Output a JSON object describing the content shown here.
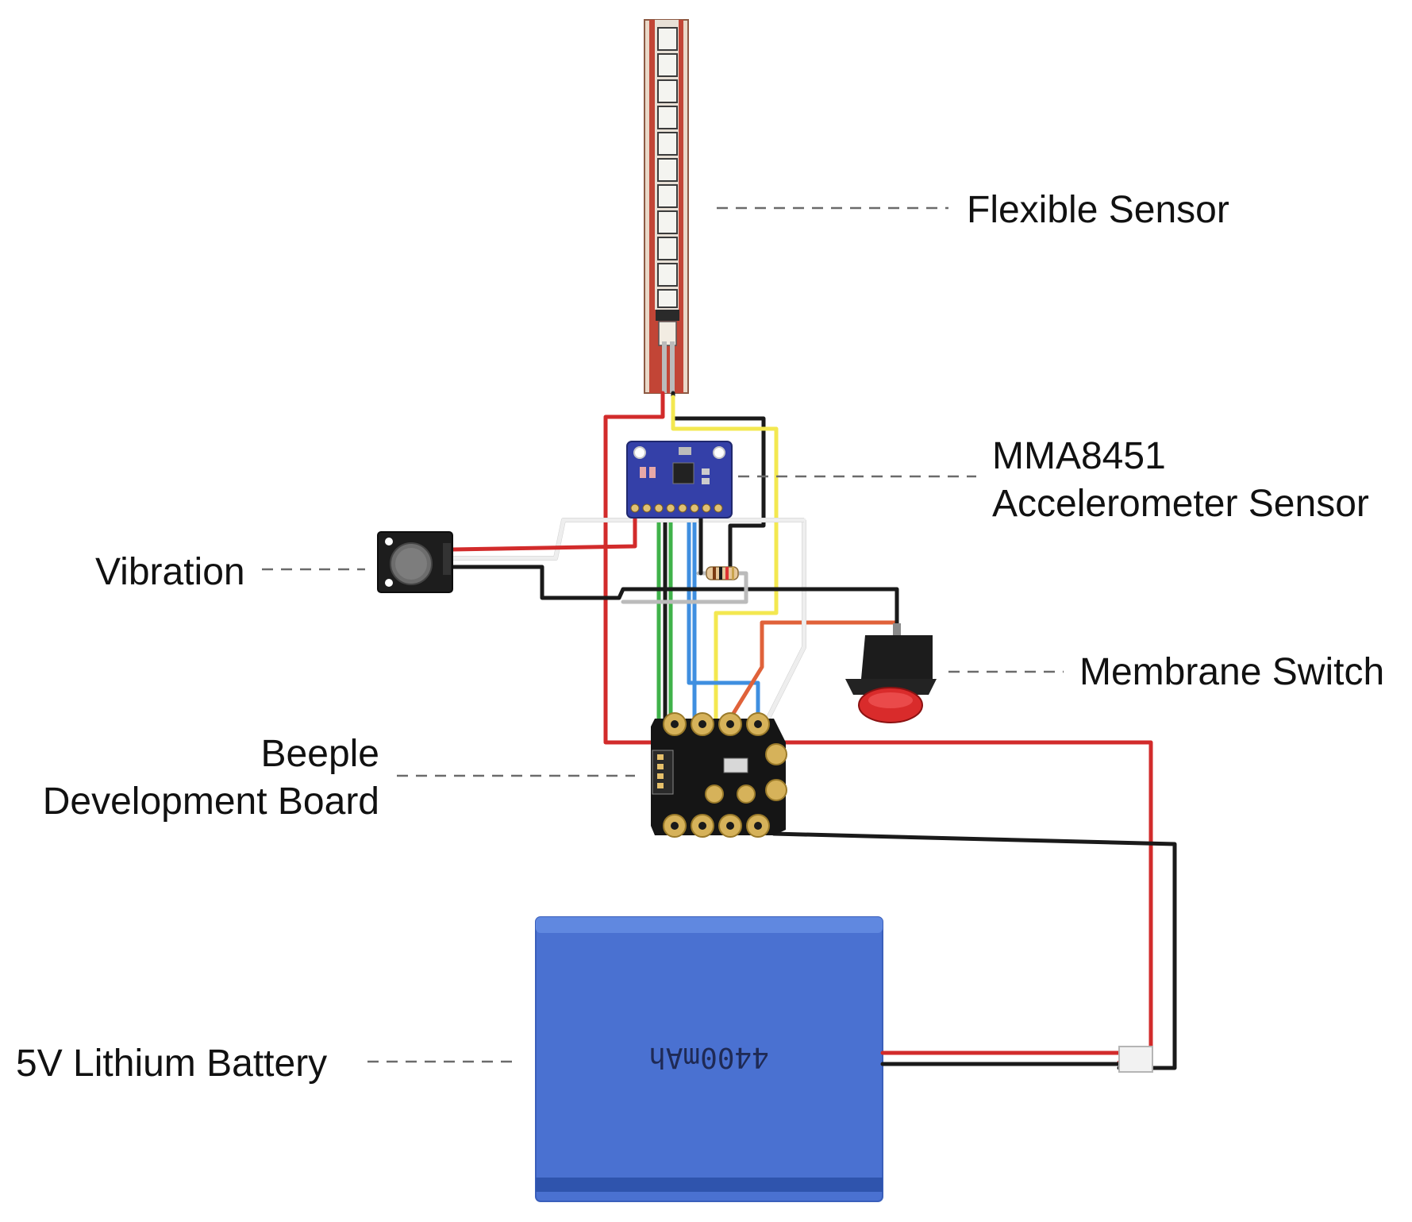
{
  "labels": {
    "flex": "Flexible Sensor",
    "accel_line1": "MMA8451",
    "accel_line2": "Accelerometer Sensor",
    "vibration": "Vibration",
    "membrane": "Membrane Switch",
    "board_line1": "Beeple",
    "board_line2": "Development Board",
    "battery": "5V Lithium Battery"
  },
  "battery_text": "4400mAh",
  "colors": {
    "wire_red": "#d22b2b",
    "wire_black": "#1a1a1a",
    "wire_yellow": "#f3e850",
    "wire_green": "#3fb24a",
    "wire_blue": "#3f8fe0",
    "wire_orange": "#e0623a",
    "battery": "#4a71d1",
    "accel_board": "#3440a8",
    "flex_body": "#b83c2c",
    "button_red": "#d92b2b",
    "board_pad": "#d6b25a"
  }
}
